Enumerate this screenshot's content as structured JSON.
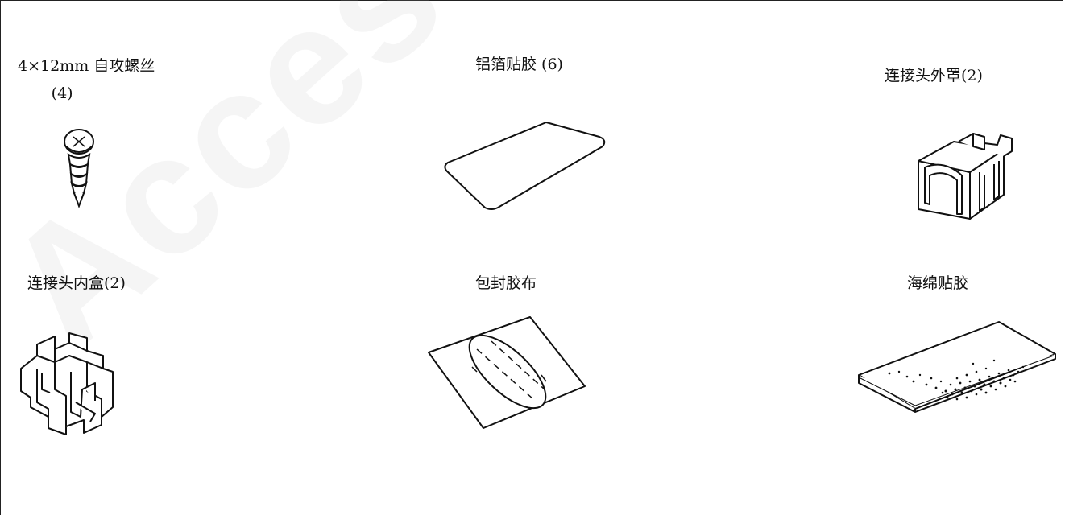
{
  "parts": [
    {
      "id": "screw",
      "label": "4×12mm 自攻螺丝",
      "sub": "(4)",
      "icon": "screw-icon"
    },
    {
      "id": "foil",
      "label": "铝箔贴胶 (6)",
      "icon": "aluminum-foil-tape-icon"
    },
    {
      "id": "cover",
      "label": "连接头外罩(2)",
      "icon": "connector-cover-icon"
    },
    {
      "id": "inner",
      "label": "连接头内盒(2)",
      "icon": "connector-inner-box-icon"
    },
    {
      "id": "wrap",
      "label": "包封胶布",
      "icon": "sealing-tape-icon"
    },
    {
      "id": "sponge",
      "label": "海绵贴胶",
      "icon": "sponge-tape-icon"
    }
  ],
  "watermark": "Access"
}
